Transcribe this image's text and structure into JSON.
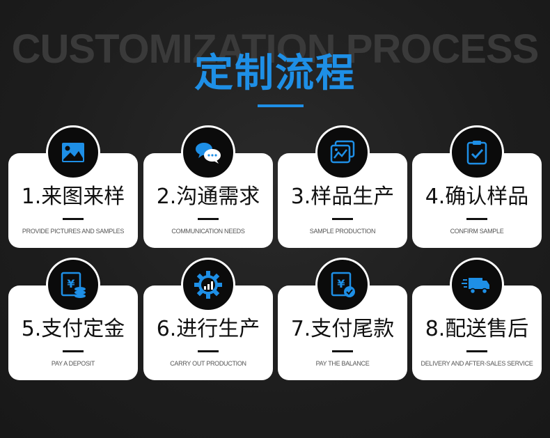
{
  "header": {
    "bg_title": "CUSTOMIZATION PROCESS",
    "title": "定制流程",
    "accent_color": "#1e8fe6"
  },
  "steps": [
    {
      "label": "1.来图来样",
      "sub": "PROVIDE PICTURES AND SAMPLES",
      "icon": "picture-icon"
    },
    {
      "label": "2.沟通需求",
      "sub": "COMMUNICATION NEEDS",
      "icon": "chat-bubbles-icon"
    },
    {
      "label": "3.样品生产",
      "sub": "SAMPLE PRODUCTION",
      "icon": "sample-chart-icon"
    },
    {
      "label": "4.确认样品",
      "sub": "CONFIRM SAMPLE",
      "icon": "clipboard-check-icon"
    },
    {
      "label": "5.支付定金",
      "sub": "PAY A DEPOSIT",
      "icon": "yuan-coins-icon"
    },
    {
      "label": "6.进行生产",
      "sub": "CARRY OUT PRODUCTION",
      "icon": "gear-chart-icon"
    },
    {
      "label": "7.支付尾款",
      "sub": "PAY THE BALANCE",
      "icon": "yuan-receipt-check-icon"
    },
    {
      "label": "8.配送售后",
      "sub": "DELIVERY AND AFTER-SALES SERVICE",
      "icon": "delivery-truck-icon"
    }
  ]
}
